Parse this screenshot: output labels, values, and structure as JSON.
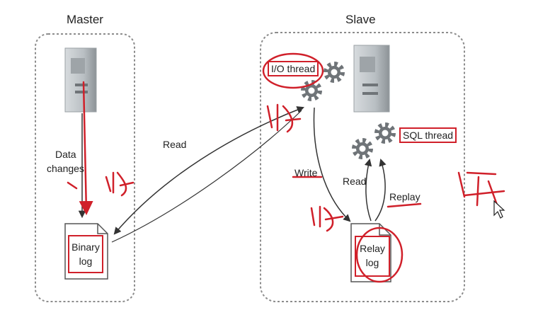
{
  "master": {
    "title": "Master",
    "data_changes_line1": "Data",
    "data_changes_line2": "changes",
    "binary_log_line1": "Binary",
    "binary_log_line2": "log"
  },
  "slave": {
    "title": "Slave",
    "io_thread": "I/O thread",
    "sql_thread": "SQL thread",
    "relay_log_line1": "Relay",
    "relay_log_line2": "log"
  },
  "arrows": {
    "read_master": "Read",
    "write": "Write",
    "read_relay": "Read",
    "replay": "Replay"
  },
  "colors": {
    "annotation": "#d0202a",
    "panel_border": "#8c8c8c",
    "gear": "#6f7478",
    "server": "#b8bec2"
  },
  "icons": [
    "server-icon",
    "gear-icon",
    "document-icon"
  ]
}
